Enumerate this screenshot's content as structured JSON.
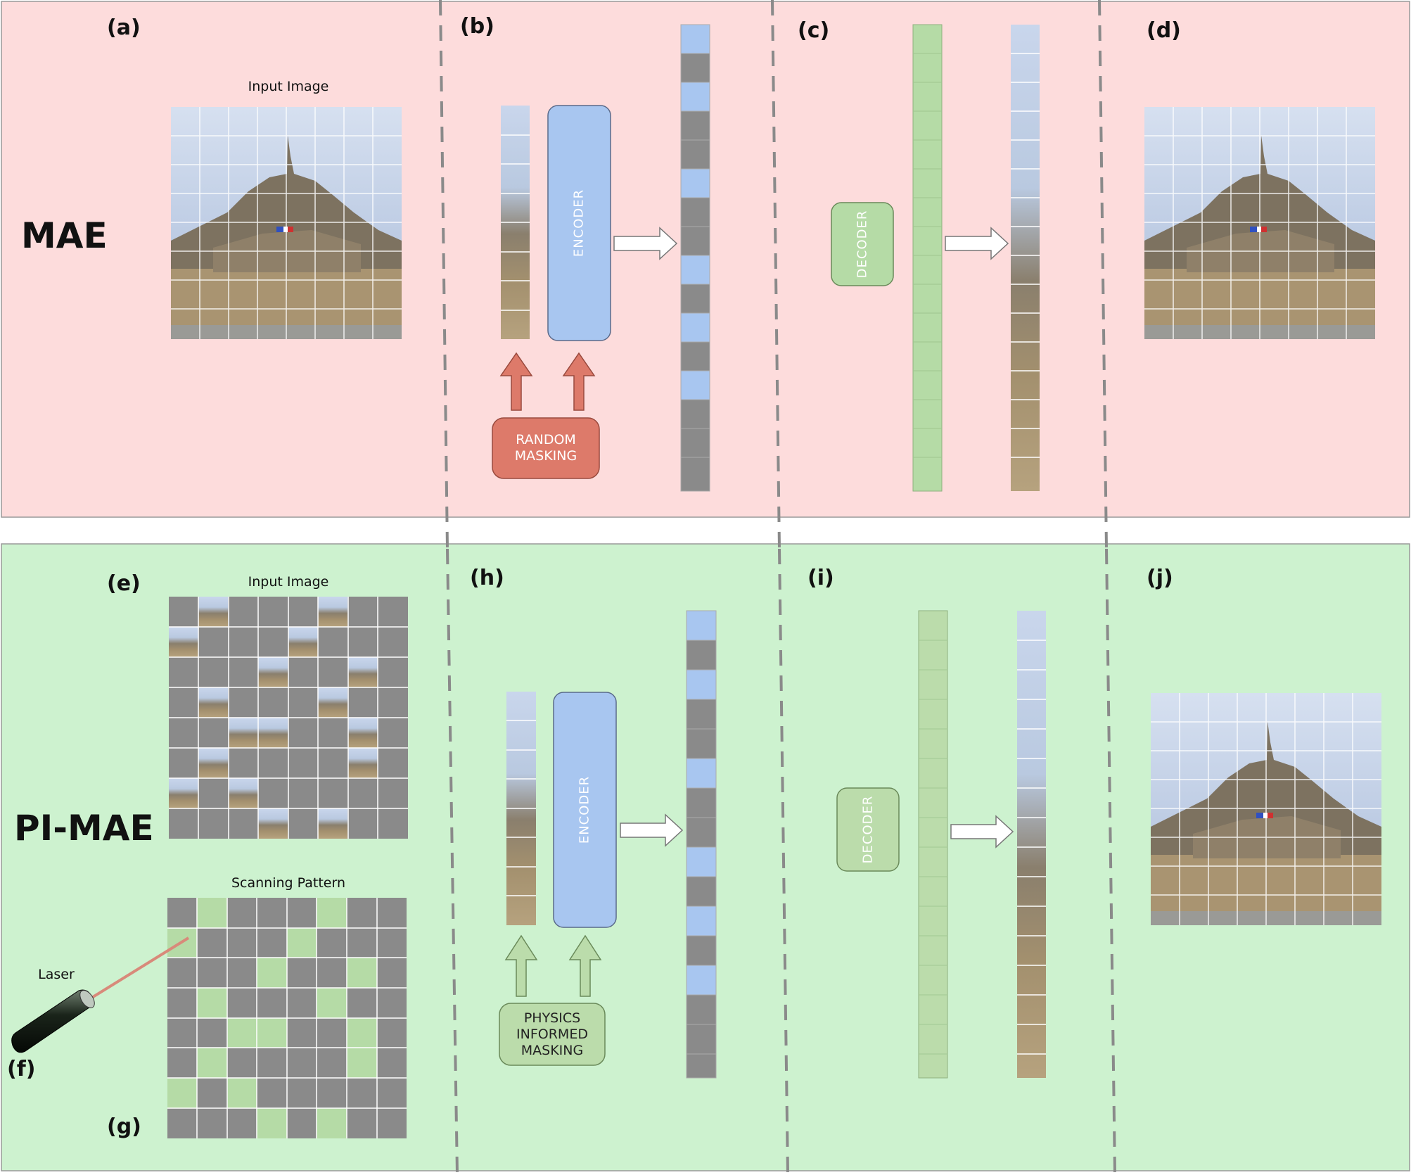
{
  "panels": {
    "a": "(a)",
    "b": "(b)",
    "c": "(c)",
    "d": "(d)",
    "e": "(e)",
    "f": "(f)",
    "g": "(g)",
    "h": "(h)",
    "i": "(i)",
    "j": "(j)"
  },
  "rows": {
    "mae": "MAE",
    "pimae": "PI-MAE"
  },
  "captions": {
    "input_image_top": "Input Image",
    "input_image_bottom": "Input Image",
    "scanning_pattern": "Scanning Pattern",
    "laser": "Laser"
  },
  "blocks": {
    "encoder_top": "ENCODER",
    "encoder_bottom": "ENCODER",
    "decoder_top": "DECODER",
    "decoder_bottom": "DECODER",
    "random_masking_1": "RANDOM",
    "random_masking_2": "MASKING",
    "physics_masking_1": "PHYSICS",
    "physics_masking_2": "INFORMED",
    "physics_masking_3": "MASKING"
  },
  "colors": {
    "mae_bg": "#fddcdc",
    "pimae_bg": "#cdf2cf",
    "encoder": "#a8c6f0",
    "decoder": "#b5dba6",
    "random_masking": "#dd7a6a",
    "physics_masking": "#bbdcab",
    "masked_gray": "#8a8a8a",
    "latent_blue": "#a8c6f0",
    "latent_green": "#b5dba6"
  }
}
